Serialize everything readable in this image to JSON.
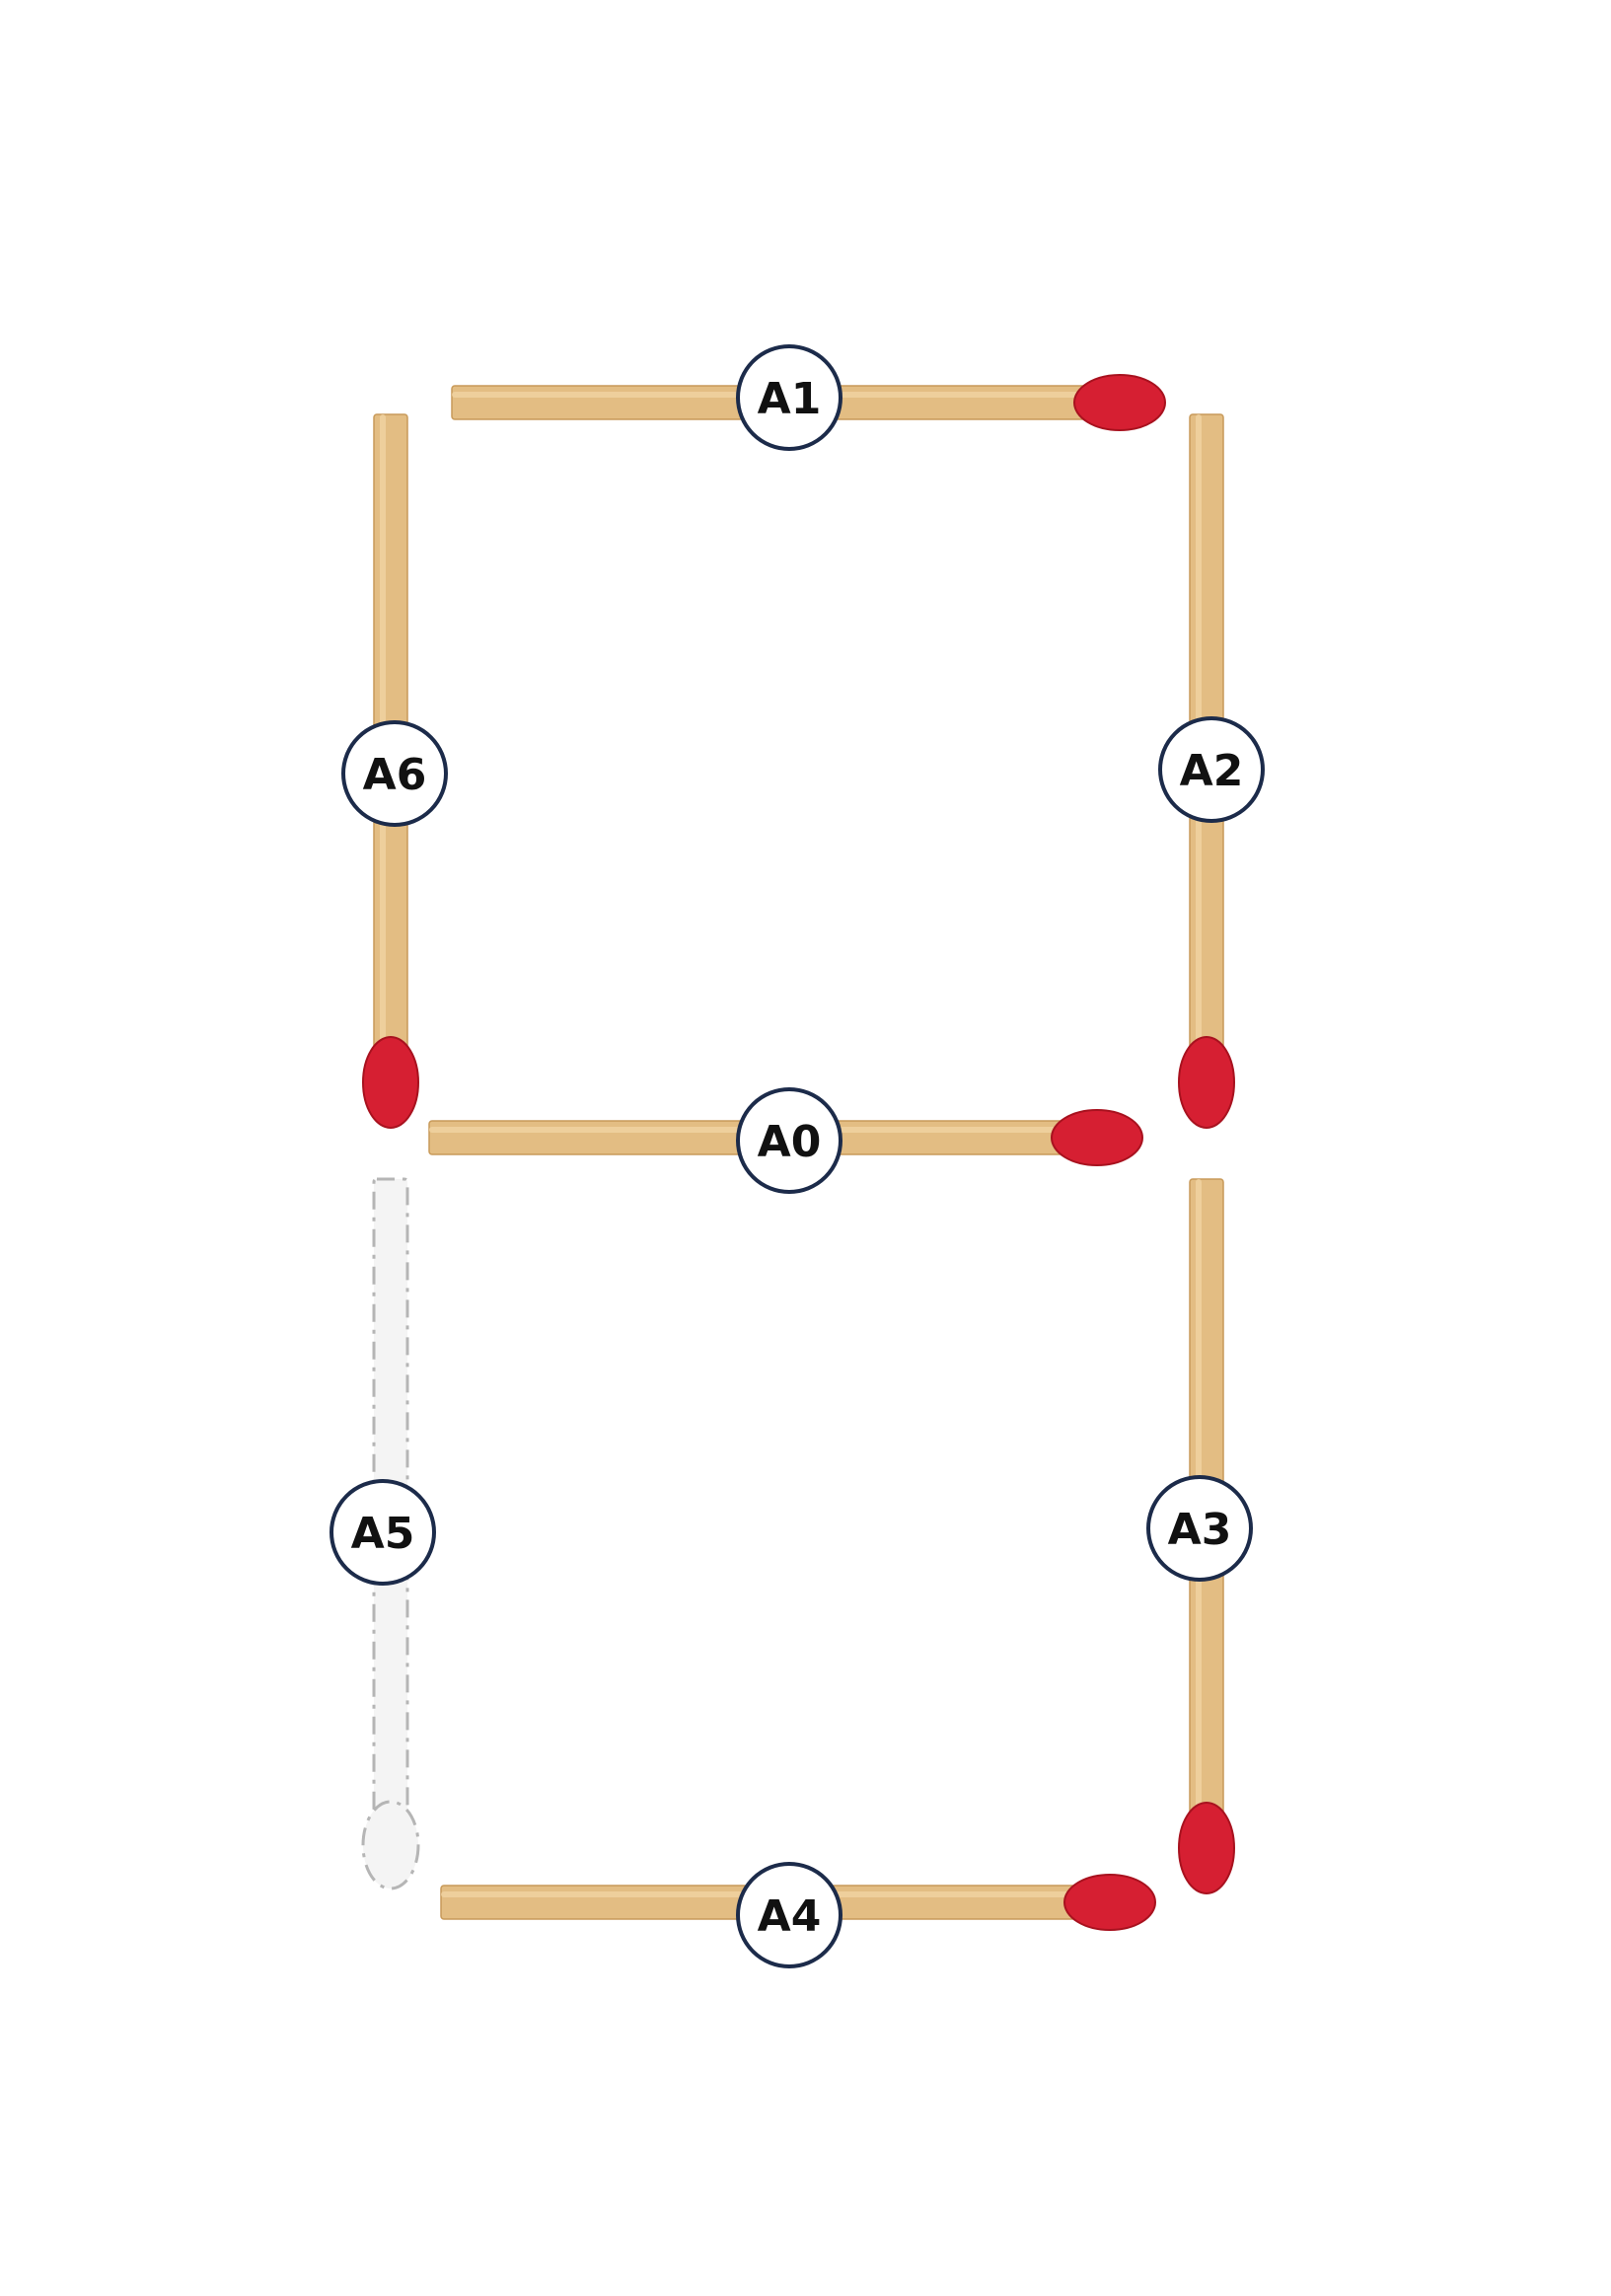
{
  "colors": {
    "stick": "#e3bd83",
    "stick_edge": "#c89a5a",
    "stick_highlight": "#f0d3a2",
    "head": "#d61f32",
    "head_edge": "#a8121f",
    "ghost_fill": "#f4f4f4",
    "ghost_stroke": "#b5b5b5",
    "label_ring": "#1c2b4a",
    "label_bg": "#ffffff",
    "label_text": "#111111"
  },
  "matches": [
    {
      "id": "A0",
      "label": "A0",
      "orientation": "horizontal",
      "head": "right",
      "state": "present"
    },
    {
      "id": "A1",
      "label": "A1",
      "orientation": "horizontal",
      "head": "right",
      "state": "present"
    },
    {
      "id": "A2",
      "label": "A2",
      "orientation": "vertical",
      "head": "bottom",
      "state": "present"
    },
    {
      "id": "A3",
      "label": "A3",
      "orientation": "vertical",
      "head": "bottom",
      "state": "present"
    },
    {
      "id": "A4",
      "label": "A4",
      "orientation": "horizontal",
      "head": "right",
      "state": "present"
    },
    {
      "id": "A5",
      "label": "A5",
      "orientation": "vertical",
      "head": "bottom",
      "state": "removed"
    },
    {
      "id": "A6",
      "label": "A6",
      "orientation": "vertical",
      "head": "bottom",
      "state": "present"
    }
  ]
}
